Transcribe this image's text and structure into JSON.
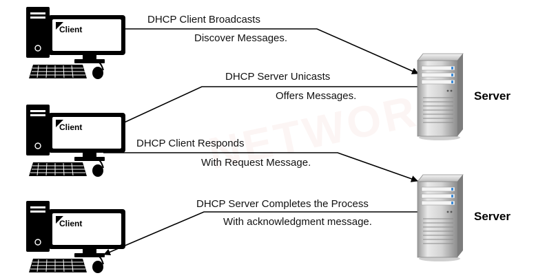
{
  "watermark": "NETWORK",
  "clients": [
    {
      "label": "Client"
    },
    {
      "label": "Client"
    },
    {
      "label": "Client"
    }
  ],
  "servers": [
    {
      "label": "Server"
    },
    {
      "label": "Server"
    }
  ],
  "messages": [
    {
      "line1": "DHCP Client Broadcasts",
      "line2": "Discover Messages."
    },
    {
      "line1": "DHCP Server Unicasts",
      "line2": "Offers Messages."
    },
    {
      "line1": "DHCP Client Responds",
      "line2": "With Request Message."
    },
    {
      "line1": "DHCP Server Completes the Process",
      "line2": "With acknowledgment message."
    }
  ]
}
